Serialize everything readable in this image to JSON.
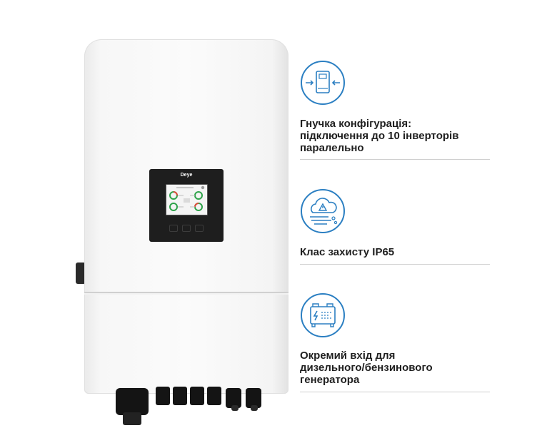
{
  "product": {
    "brand": "Deye",
    "screen_title": "",
    "body_color": "#f6f6f6",
    "screen_color": "#1e1e1e"
  },
  "features": [
    {
      "icon": "parallel-inverters-icon",
      "text": "Гнучка конфігурація:\nпідключення до 10 інверторів\nпаралельно"
    },
    {
      "icon": "weather-protection-icon",
      "text": "Клас захисту IP65"
    },
    {
      "icon": "generator-icon",
      "text": "Окремий вхід для\nдизельного/бензинового\nгенератора"
    }
  ],
  "colors": {
    "accent": "#2b7fc2",
    "text": "#1f1f1f",
    "rule": "#cfcfcf"
  }
}
